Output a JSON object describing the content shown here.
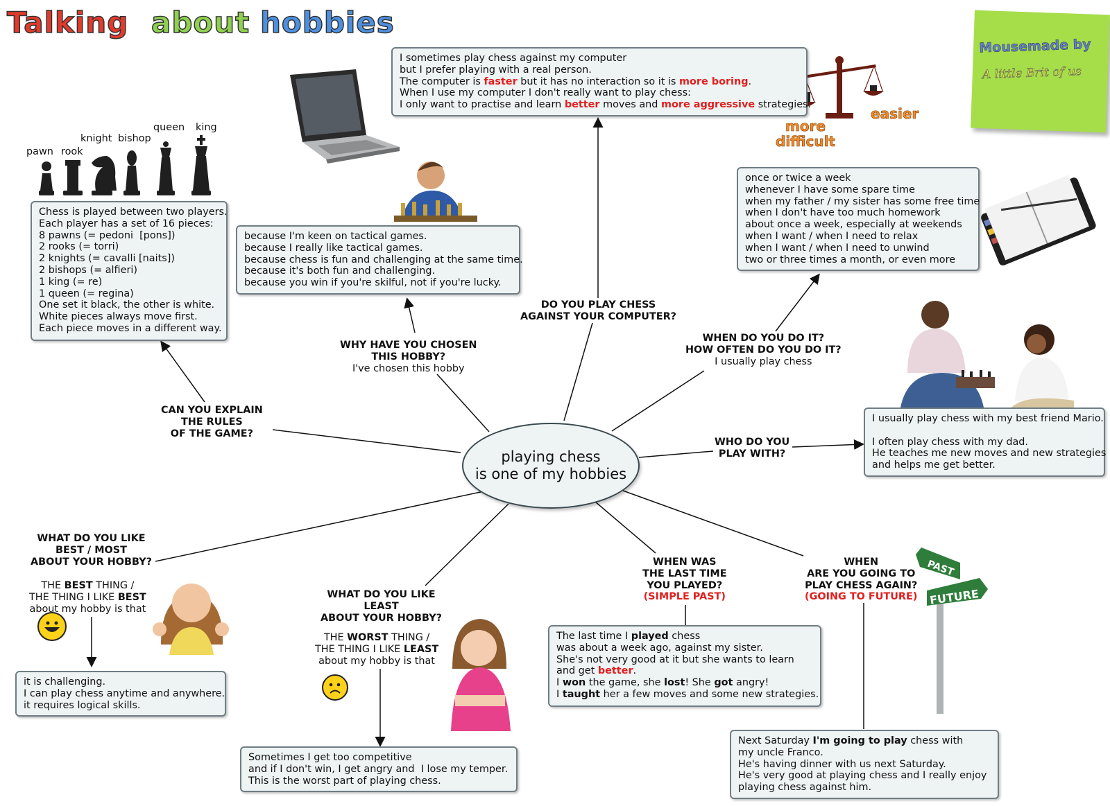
{
  "title": {
    "words": [
      "Talking",
      "about",
      "hobbies"
    ],
    "colors": [
      "#e23b2c",
      "#8fd14f",
      "#4d8fe0"
    ]
  },
  "badge": {
    "line1": "Mousemade by",
    "line2": "A little Brit of us"
  },
  "center": {
    "line1": "playing chess",
    "line2": "is one of my hobbies"
  },
  "pieces": {
    "pawn": "pawn",
    "rook": "rook",
    "knight": "knight",
    "bishop": "bishop",
    "queen": "queen",
    "king": "king"
  },
  "scale": {
    "more": "more",
    "difficult": "difficult",
    "easier": "easier"
  },
  "questions": {
    "rules": [
      "CAN YOU EXPLAIN",
      "THE RULES",
      "OF THE GAME?"
    ],
    "why": [
      "WHY HAVE YOU CHOSEN",
      "THIS HOBBY?"
    ],
    "why_starter": "I've chosen this hobby",
    "computer": [
      "DO YOU PLAY CHESS",
      "AGAINST YOUR COMPUTER?"
    ],
    "when": [
      "WHEN DO YOU DO IT?",
      "HOW OFTEN DO YOU DO IT?"
    ],
    "when_starter": "I usually play chess",
    "who": [
      "WHO DO YOU",
      "PLAY WITH?"
    ],
    "best": [
      "WHAT DO YOU LIKE",
      "BEST / MOST",
      "ABOUT YOUR HOBBY?"
    ],
    "least": [
      "WHAT DO YOU LIKE",
      "LEAST",
      "ABOUT YOUR HOBBY?"
    ],
    "last": [
      "WHEN WAS",
      "THE LAST TIME",
      "YOU PLAYED?"
    ],
    "last_tag": "(SIMPLE PAST)",
    "future": [
      "WHEN",
      "ARE YOU GOING TO",
      "PLAY CHESS  AGAIN?"
    ],
    "future_tag": "(GOING TO FUTURE)"
  },
  "best_starter": {
    "l1a": "THE ",
    "l1b": "BEST",
    "l1c": " THING /",
    "l2a": "THE THING I LIKE ",
    "l2b": "BEST",
    "l3": "about my hobby is that"
  },
  "least_starter": {
    "l1a": "THE ",
    "l1b": "WORST",
    "l1c": " THING /",
    "l2a": "THE THING I LIKE ",
    "l2b": "LEAST",
    "l3": "about my hobby is that"
  },
  "boxes": {
    "rules": [
      "Chess is played between two players.",
      "Each player has a set of 16 pieces:",
      "8 pawns (= pedoni  [pons])",
      "2 rooks (= torri)",
      "2 knights (= cavalli [naits])",
      "2 bishops (= alfieri)",
      "1 king (= re)",
      "1 queen (= regina)",
      "One set it black, the other is white.",
      "White pieces always move first.",
      "Each piece moves in a different way."
    ],
    "why": [
      "because I'm keen on tactical games.",
      "because I really like tactical games.",
      "because chess is fun and challenging at the same time.",
      "because it's both fun and challenging.",
      "because you win if you're skilful, not if you're lucky."
    ],
    "computer": {
      "l1": "I sometimes play chess against my computer",
      "l2": "but I prefer playing with a real person.",
      "l3a": "The computer is ",
      "l3b": "faster",
      "l3c": " but it has no interaction so it is ",
      "l3d": "more boring",
      "l3e": ".",
      "l4": "When I use my computer I don't really want to play chess:",
      "l5a": "I only want to practise and learn ",
      "l5b": "better",
      "l5c": " moves and ",
      "l5d": "more aggressive",
      "l5e": " strategies."
    },
    "when": [
      "once or twice a week",
      "whenever I have some spare time",
      "when my father / my sister has some free time",
      "when I don't have too much homework",
      "about once a week, especially at weekends",
      "when I want / when I need to relax",
      "when I want / when I need to unwind",
      "two or three times a month, or even more"
    ],
    "who": [
      "I usually play chess with my best friend Mario.",
      "",
      "I often play chess with my dad.",
      "He teaches me new moves and new strategies",
      "and helps me get better."
    ],
    "best": [
      "it is challenging.",
      "I can play chess anytime and anywhere.",
      "it requires logical skills."
    ],
    "least": [
      "Sometimes I get too competitive",
      "and if I don't win, I get angry and  I lose my temper.",
      "This is the worst part of playing chess."
    ],
    "last": {
      "l1a": "The last time I ",
      "l1b": "played",
      "l1c": " chess",
      "l2": "was about a week ago, against my sister.",
      "l3": "She's not very good at it but she wants to learn",
      "l4a": "and get ",
      "l4b": "better",
      "l4c": ".",
      "l5a": "I ",
      "l5b": "won",
      "l5c": " the game, she ",
      "l5d": "lost",
      "l5e": "! She ",
      "l5f": "got",
      "l5g": " angry!",
      "l6a": "I ",
      "l6b": "taught",
      "l6c": " her a few moves and some new strategies."
    },
    "future": {
      "l1a": "Next Saturday ",
      "l1b": "I'm going to play",
      "l1c": " chess with",
      "l2": "my uncle Franco.",
      "l3": "He's having dinner with us next Saturday.",
      "l4": "He's very good at playing chess and I really enjoy",
      "l5": "playing chess against him."
    }
  },
  "sign": {
    "past": "PAST",
    "future": "FUTURE"
  }
}
